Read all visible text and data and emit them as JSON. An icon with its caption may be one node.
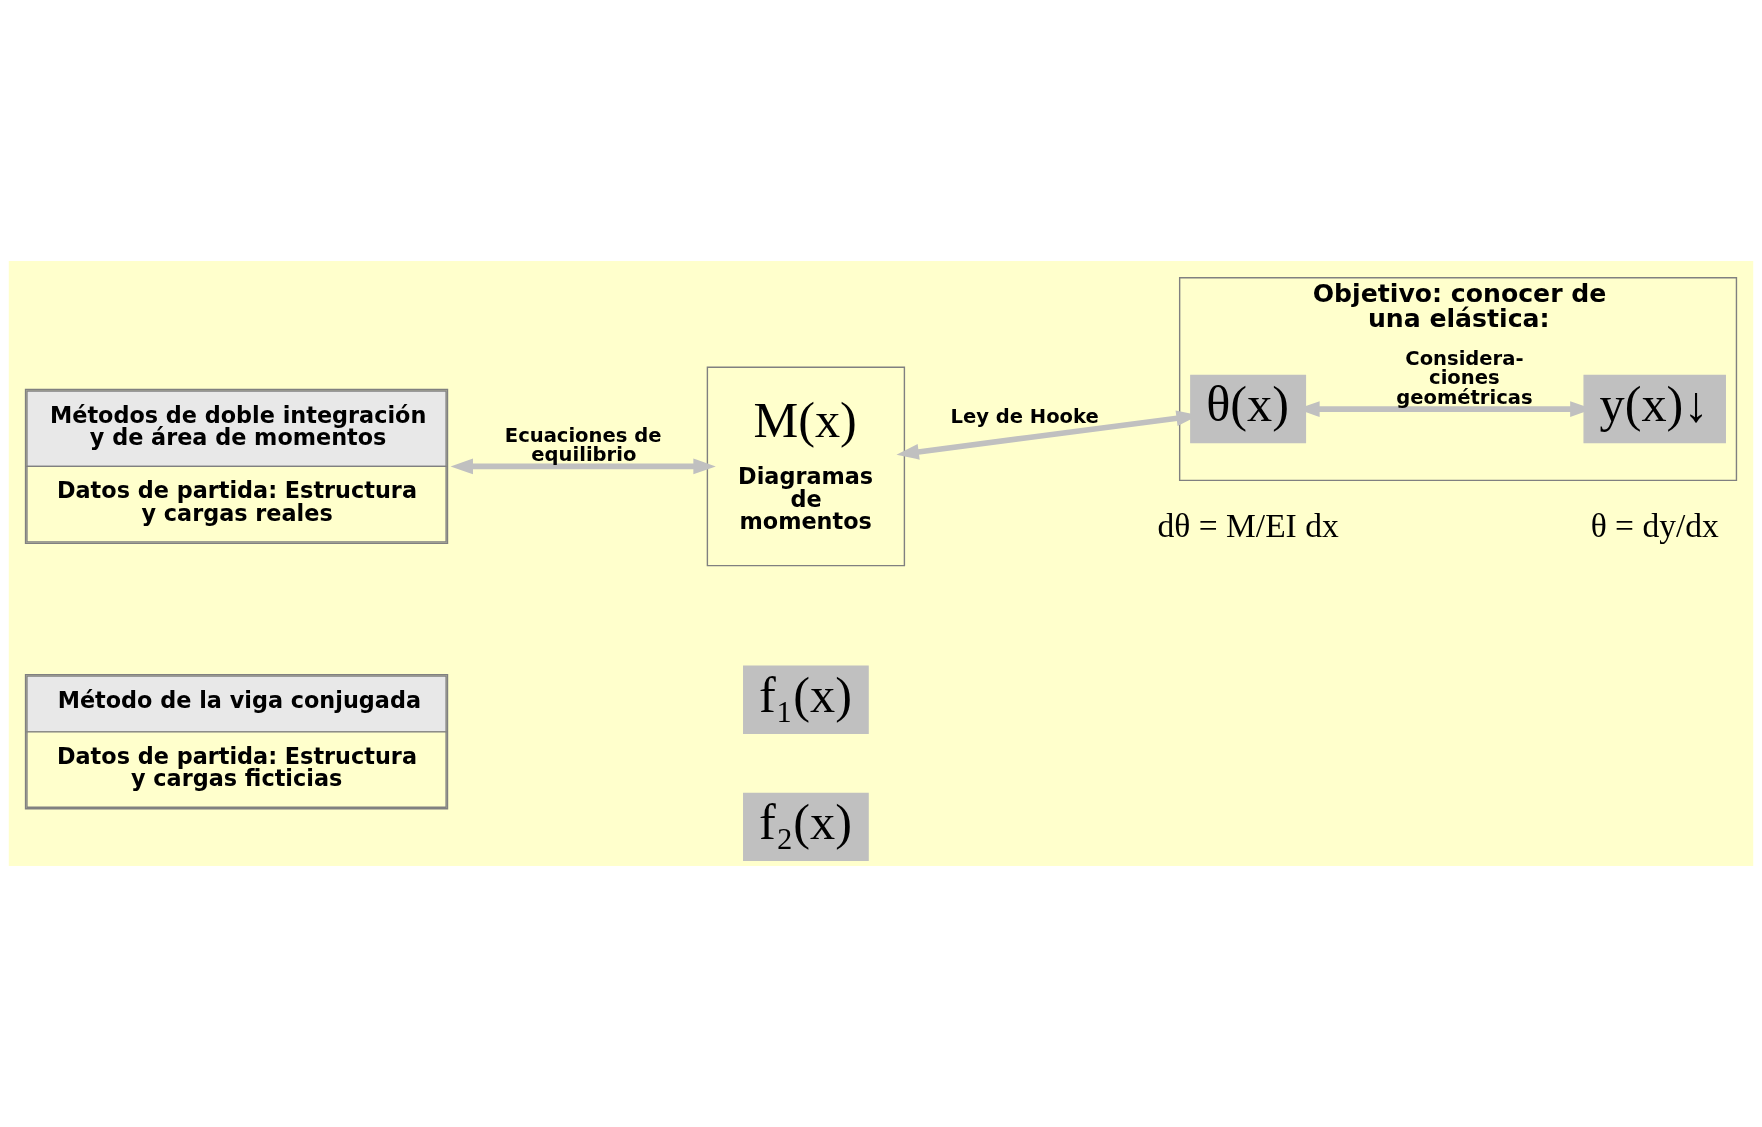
{
  "diagram": {
    "nodes": [
      {
        "text": [
          "Métodos de doble integración y de área de momentos",
          "Datos de partida: Estructura y cargas reales"
        ]
      },
      {
        "text": [
          "M(x)",
          "Diagramas de momentos"
        ]
      },
      {
        "text": [
          "Objetivo: conocer de una elástica:"
        ]
      },
      {
        "text": [
          "θ(x)"
        ],
        "in": 2
      },
      {
        "text": [
          "y(x)↓"
        ],
        "in": 2
      },
      {
        "text": [
          "Método de la viga conjugada",
          "Datos de partida: Estructura y cargas ficticias"
        ]
      },
      {
        "text": [
          "f₁(x)"
        ]
      },
      {
        "text": [
          "f₂(x)"
        ]
      }
    ],
    "edges": [
      {
        "from": 0,
        "to": 1,
        "arrow": "both",
        "label": "Ecuaciones de equilibrio"
      },
      {
        "from": 1,
        "to": 3,
        "arrow": "both",
        "label": "Ley de Hooke"
      },
      {
        "from": 3,
        "to": 4,
        "arrow": "both",
        "label": "Considera- ciones geométricas"
      }
    ],
    "labels": [
      "dθ = M/EI dx",
      "θ = dy/dx"
    ]
  }
}
